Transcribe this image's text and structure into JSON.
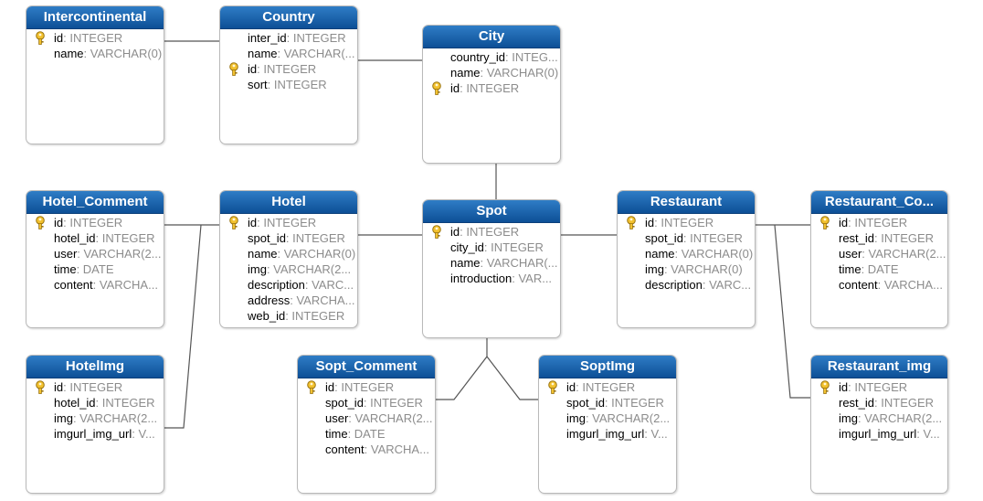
{
  "entities": {
    "intercontinental": {
      "title": "Intercontinental",
      "fields": [
        {
          "name": "id",
          "type": ": INTEGER",
          "key": true
        },
        {
          "name": "name",
          "type": ": VARCHAR(0)",
          "key": false
        }
      ]
    },
    "country": {
      "title": "Country",
      "fields": [
        {
          "name": "inter_id",
          "type": ": INTEGER",
          "key": false
        },
        {
          "name": "name",
          "type": ": VARCHAR(...",
          "key": false
        },
        {
          "name": "id",
          "type": ": INTEGER",
          "key": true
        },
        {
          "name": "sort",
          "type": ": INTEGER",
          "key": false
        }
      ]
    },
    "city": {
      "title": "City",
      "fields": [
        {
          "name": "country_id",
          "type": ": INTEG...",
          "key": false
        },
        {
          "name": "name",
          "type": ": VARCHAR(0)",
          "key": false
        },
        {
          "name": "id",
          "type": ": INTEGER",
          "key": true
        }
      ]
    },
    "hotel_comment": {
      "title": "Hotel_Comment",
      "fields": [
        {
          "name": "id",
          "type": ": INTEGER",
          "key": true
        },
        {
          "name": "hotel_id",
          "type": ": INTEGER",
          "key": false
        },
        {
          "name": "user",
          "type": ": VARCHAR(2...",
          "key": false
        },
        {
          "name": "time",
          "type": ": DATE",
          "key": false
        },
        {
          "name": "content",
          "type": ": VARCHA...",
          "key": false
        }
      ]
    },
    "hotel": {
      "title": "Hotel",
      "fields": [
        {
          "name": "id",
          "type": ": INTEGER",
          "key": true
        },
        {
          "name": "spot_id",
          "type": ": INTEGER",
          "key": false
        },
        {
          "name": "name",
          "type": ": VARCHAR(0)",
          "key": false
        },
        {
          "name": "img",
          "type": ": VARCHAR(2...",
          "key": false
        },
        {
          "name": "description",
          "type": ": VARC...",
          "key": false
        },
        {
          "name": "address",
          "type": ": VARCHA...",
          "key": false
        },
        {
          "name": "web_id",
          "type": ": INTEGER",
          "key": false
        }
      ]
    },
    "spot": {
      "title": "Spot",
      "fields": [
        {
          "name": "id",
          "type": ": INTEGER",
          "key": true
        },
        {
          "name": "city_id",
          "type": ": INTEGER",
          "key": false
        },
        {
          "name": "name",
          "type": ": VARCHAR(...",
          "key": false
        },
        {
          "name": "introduction",
          "type": ": VAR...",
          "key": false
        }
      ]
    },
    "restaurant": {
      "title": "Restaurant",
      "fields": [
        {
          "name": "id",
          "type": ": INTEGER",
          "key": true
        },
        {
          "name": "spot_id",
          "type": ": INTEGER",
          "key": false
        },
        {
          "name": "name",
          "type": ": VARCHAR(0)",
          "key": false
        },
        {
          "name": "img",
          "type": ": VARCHAR(0)",
          "key": false
        },
        {
          "name": "description",
          "type": ": VARC...",
          "key": false
        }
      ]
    },
    "restaurant_comment": {
      "title": "Restaurant_Co...",
      "fields": [
        {
          "name": "id",
          "type": ": INTEGER",
          "key": true
        },
        {
          "name": "rest_id",
          "type": ": INTEGER",
          "key": false
        },
        {
          "name": "user",
          "type": ": VARCHAR(2...",
          "key": false
        },
        {
          "name": "time",
          "type": ": DATE",
          "key": false
        },
        {
          "name": "content",
          "type": ": VARCHA...",
          "key": false
        }
      ]
    },
    "hotelimg": {
      "title": "HotelImg",
      "fields": [
        {
          "name": "id",
          "type": ": INTEGER",
          "key": true
        },
        {
          "name": "hotel_id",
          "type": ": INTEGER",
          "key": false
        },
        {
          "name": "img",
          "type": ": VARCHAR(2...",
          "key": false
        },
        {
          "name": "imgurl_img_url",
          "type": ": V...",
          "key": false
        }
      ]
    },
    "sopt_comment": {
      "title": "Sopt_Comment",
      "fields": [
        {
          "name": "id",
          "type": ": INTEGER",
          "key": true
        },
        {
          "name": "spot_id",
          "type": ": INTEGER",
          "key": false
        },
        {
          "name": "user",
          "type": ": VARCHAR(2...",
          "key": false
        },
        {
          "name": "time",
          "type": ": DATE",
          "key": false
        },
        {
          "name": "content",
          "type": ": VARCHA...",
          "key": false
        }
      ]
    },
    "soptimg": {
      "title": "SoptImg",
      "fields": [
        {
          "name": "id",
          "type": ": INTEGER",
          "key": true
        },
        {
          "name": "spot_id",
          "type": ": INTEGER",
          "key": false
        },
        {
          "name": "img",
          "type": ": VARCHAR(2...",
          "key": false
        },
        {
          "name": "imgurl_img_url",
          "type": ": V...",
          "key": false
        }
      ]
    },
    "restaurant_img": {
      "title": "Restaurant_img",
      "fields": [
        {
          "name": "id",
          "type": ": INTEGER",
          "key": true
        },
        {
          "name": "rest_id",
          "type": ": INTEGER",
          "key": false
        },
        {
          "name": "img",
          "type": ": VARCHAR(2...",
          "key": false
        },
        {
          "name": "imgurl_img_url",
          "type": ": V...",
          "key": false
        }
      ]
    }
  },
  "colors": {
    "header_top": "#2f7dc6",
    "header_bottom": "#0d4f96",
    "type_text": "#8c8c8c",
    "key_icon": "#f2c12e",
    "connector": "#555555"
  }
}
